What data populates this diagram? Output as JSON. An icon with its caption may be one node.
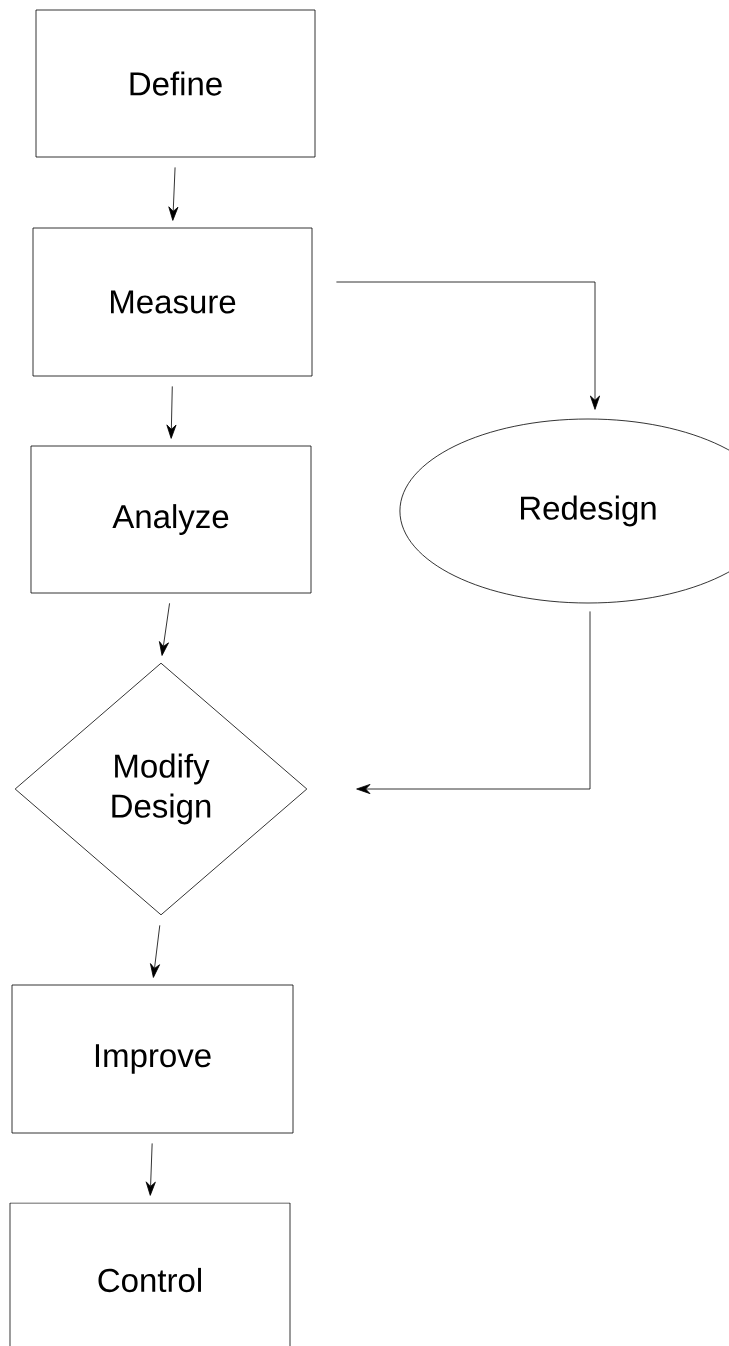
{
  "diagram": {
    "nodes": [
      {
        "text": [
          "Define"
        ]
      },
      {
        "text": [
          "Measure"
        ]
      },
      {
        "text": [
          "Analyze"
        ]
      },
      {
        "text": [
          "Redesign"
        ]
      },
      {
        "text": [
          "Modify Design"
        ]
      },
      {
        "text": [
          "Improve"
        ]
      },
      {
        "text": [
          "Control"
        ]
      }
    ],
    "edges": [
      {
        "from": 0,
        "to": 1,
        "arrow": "to"
      },
      {
        "from": 1,
        "to": 2,
        "arrow": "to"
      },
      {
        "from": 1,
        "to": 3,
        "arrow": "to"
      },
      {
        "from": 2,
        "to": 4,
        "arrow": "to"
      },
      {
        "from": 3,
        "to": 4,
        "arrow": "to"
      },
      {
        "from": 4,
        "to": 5,
        "arrow": "to"
      },
      {
        "from": 5,
        "to": 6,
        "arrow": "to"
      }
    ]
  }
}
